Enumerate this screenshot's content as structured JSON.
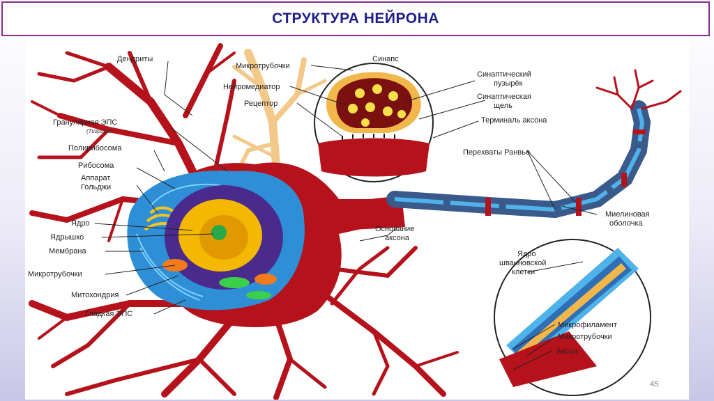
{
  "title": "СТРУКТУРА НЕЙРОНА",
  "page_number": "45",
  "labels": {
    "dendrites": "Дендриты",
    "granular_er": "Гранулярная ЭПС",
    "granular_er_sub": "(Тигроид)",
    "polyribosome": "Полирибосома",
    "ribosome": "Рибосома",
    "golgi_1": "Аппарат",
    "golgi_2": "Гольджи",
    "nucleus": "Ядро",
    "nucleolus": "Ядрышко",
    "membrane": "Мембрана",
    "microtubules_left": "Микротрубочки",
    "mitochondria": "Митохондрия",
    "smooth_er": "Гладкая ЭПС",
    "synapse": "Синапс",
    "microtubules_syn": "Микротрубочки",
    "neurotransmitter": "Нейромедиатор",
    "receptor": "Рецептор",
    "synaptic_vesicle_1": "Синаптический",
    "synaptic_vesicle_2": "пузырёк",
    "synaptic_cleft_1": "Синаптическая",
    "synaptic_cleft_2": "щель",
    "axon_terminal": "Терминаль аксона",
    "nodes_ranvier": "Перехваты Ранвье",
    "axon_base_1": "Основание",
    "axon_base_2": "аксона",
    "myelin_1": "Миелиновая",
    "myelin_2": "оболочка",
    "schwann_1": "Ядро",
    "schwann_2": "шванновской",
    "schwann_3": "клетки",
    "microfilament": "Микрофиламент",
    "microtubules_axon": "Микротрубочки",
    "axon": "Аксон"
  },
  "colors": {
    "title_text": "#1f1f8c",
    "title_border": "#8a2a8e",
    "cell_body": "#b5121b",
    "dendrite_light": "#f3c98a",
    "cytoplasm": "#2f8fd6",
    "nucleus_ring": "#4a2a8c",
    "nucleus": "#f5b800",
    "nucleolus": "#2aa84a",
    "myelin": "#3a5a8c",
    "synapse_fill": "#f2b74a"
  }
}
